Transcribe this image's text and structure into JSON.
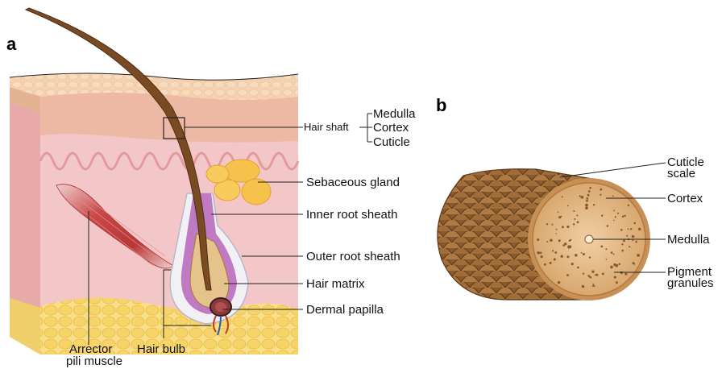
{
  "panel_a": {
    "letter": "a",
    "labels": {
      "hair_shaft": "Hair shaft",
      "medulla": "Medulla",
      "cortex": "Cortex",
      "cuticle": "Cuticle",
      "sebaceous_gland": "Sebaceous gland",
      "inner_root_sheath": "Inner root sheath",
      "outer_root_sheath": "Outer root sheath",
      "hair_matrix": "Hair matrix",
      "dermal_papilla": "Dermal papilla",
      "arrector_line1": "Arrector",
      "arrector_line2": "pili muscle",
      "hair_bulb": "Hair bulb"
    }
  },
  "panel_b": {
    "letter": "b",
    "labels": {
      "cuticle_line1": "Cuticle",
      "cuticle_line2": "scale",
      "cortex": "Cortex",
      "medulla": "Medulla",
      "pigment_line1": "Pigment",
      "pigment_line2": "granules"
    }
  },
  "colors": {
    "epidermis": "#f4c9a6",
    "dermis": "#f1c4c4",
    "fat": "#f6d873",
    "hair": "#7a4a22",
    "sebaceous": "#f5c24a",
    "muscle": "#c94a4a",
    "inner_sheath": "#b36bb5",
    "cortex_face": "#e3b98a"
  }
}
